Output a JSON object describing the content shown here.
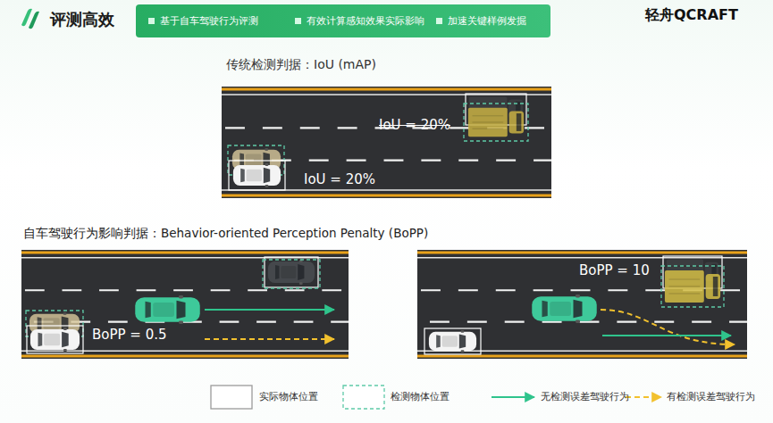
{
  "diagram": {
    "title": "评测高效",
    "nodes": [
      {
        "text": [
          "基于自车驾驶行为评测",
          "有效计算感知效果实际影响",
          "加速关键样例发掘"
        ]
      }
    ],
    "labels": [
      "轻舟QCRAFT",
      "传统检测判据：IoU (mAP)",
      "IoU = 20%",
      "IoU = 20%",
      "自车驾驶行为影响判据：Behavior-oriented Perception Penalty (BoPP)",
      "BoPP = 0.5",
      "BoPP = 10"
    ],
    "legend": [
      {
        "text": "实际物体位置"
      },
      {
        "text": "检测物体位置"
      },
      {
        "text": "无检测误差驾驶行为"
      },
      {
        "text": "有检测误差驾驶行为"
      }
    ]
  }
}
